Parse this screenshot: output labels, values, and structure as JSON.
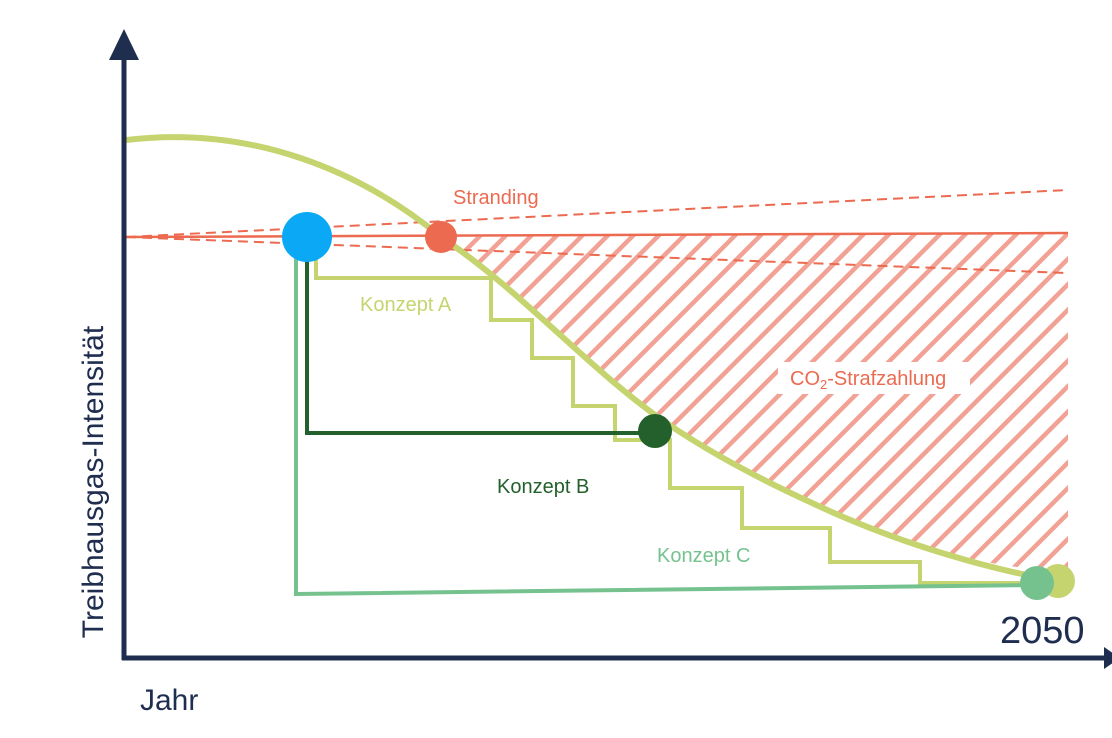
{
  "labels": {
    "y_axis": "Treibhausgas-Intensität",
    "x_axis": "Jahr",
    "year_end": "2050",
    "stranding": "Stranding",
    "penalty_main": "CO",
    "penalty_sub": "2",
    "penalty_rest": "-Strafzahlung",
    "concept_a": "Konzept A",
    "concept_b": "Konzept B",
    "concept_c": "Konzept C"
  },
  "colors": {
    "axis": "#1f2d4f",
    "target_path": "#c5d46f",
    "stranding": "#ec6a50",
    "hatch": "#f2a195",
    "start_point": "#0aa8f5",
    "concept_a": "#c5d46f",
    "concept_b": "#23602c",
    "concept_c": "#75c28f"
  }
}
